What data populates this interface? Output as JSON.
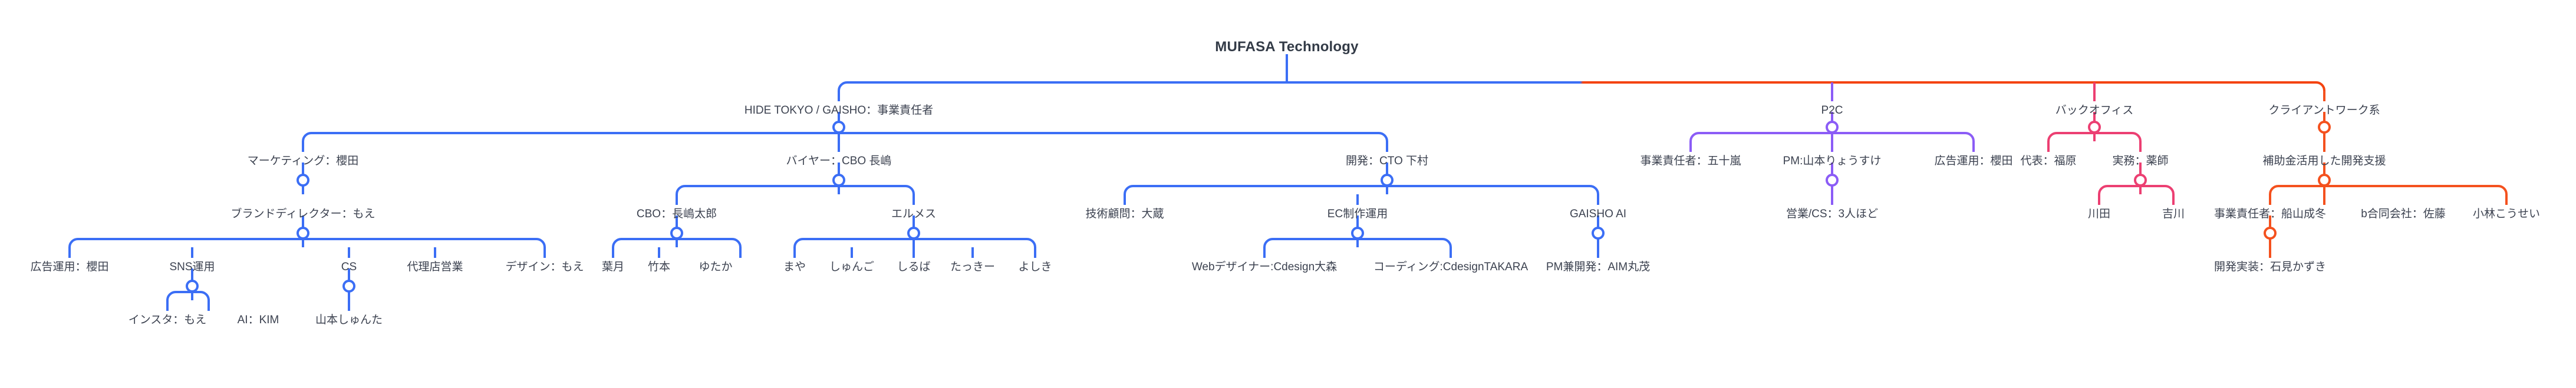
{
  "page": {
    "title": "MUFASA Technology",
    "background_color": "#ffffff",
    "text_color": "#3c4250"
  },
  "branch_colors": {
    "hide_tokyo_blue": "#3b6ef5",
    "p2c_purple": "#8b5cf6",
    "backoffice_pink": "#ec3f72",
    "clientwork_orange": "#f4511e",
    "root_left": "#3b6ef5",
    "root_right": "#f4430f"
  },
  "nodes": {
    "root": {
      "label": "MUFASA Technology"
    },
    "hide_tokyo": {
      "label": "HIDE TOKYO / GAISHO：事業責任者"
    },
    "p2c": {
      "label": "P2C"
    },
    "backoffice": {
      "label": "バックオフィス"
    },
    "clientwork": {
      "label": "クライアントワーク系"
    },
    "marketing": {
      "label": "マーケティング：櫻田"
    },
    "buyer": {
      "label": "バイヤー：CBO 長嶋"
    },
    "dev": {
      "label": "開発：CTO 下村"
    },
    "p2c_lead": {
      "label": "事業責任者：五十嵐"
    },
    "p2c_pm": {
      "label": "PM:山本りょうすけ"
    },
    "p2c_ads": {
      "label": "広告運用：櫻田"
    },
    "p2c_sales": {
      "label": "営業/CS：3人ほど"
    },
    "bo_rep": {
      "label": "代表：福原"
    },
    "bo_ops": {
      "label": "実務：薬師"
    },
    "bo_kawada": {
      "label": "川田"
    },
    "bo_yoshikawa": {
      "label": "吉川"
    },
    "cw_support": {
      "label": "補助金活用した開発支援"
    },
    "cw_lead": {
      "label": "事業責任者：船山成冬"
    },
    "cw_bgodo": {
      "label": "b合同会社：佐藤"
    },
    "cw_kobayashi": {
      "label": "小林こうせい"
    },
    "cw_impl": {
      "label": "開発実装：石見かずき"
    },
    "brand_director": {
      "label": "ブランドディレクター：もえ"
    },
    "ads_sakurada": {
      "label": "広告運用：櫻田"
    },
    "sns": {
      "label": "SNS運用"
    },
    "cs": {
      "label": "CS"
    },
    "agency_sales": {
      "label": "代理店営業"
    },
    "design_moe": {
      "label": "デザイン：もえ"
    },
    "insta_moe": {
      "label": "インスタ：もえ"
    },
    "ai_kim": {
      "label": "AI：KIM"
    },
    "yamamoto_shunta": {
      "label": "山本しゅんた"
    },
    "cbo_nagashima": {
      "label": "CBO：長嶋太郎"
    },
    "hermes": {
      "label": "エルメス"
    },
    "hazuki": {
      "label": "葉月"
    },
    "takemoto": {
      "label": "竹本"
    },
    "yutaka": {
      "label": "ゆたか"
    },
    "maya": {
      "label": "まや"
    },
    "shungo": {
      "label": "しゅんご"
    },
    "shiruba": {
      "label": "しるば"
    },
    "takkii": {
      "label": "たっきー"
    },
    "yoshiki": {
      "label": "よしき"
    },
    "tech_advisor": {
      "label": "技術顧問：大蔵"
    },
    "ec_production": {
      "label": "EC制作運用"
    },
    "gaisho_ai": {
      "label": "GAISHO AI"
    },
    "web_designer": {
      "label": "Webデザイナー:Cdesign大森"
    },
    "coding": {
      "label": "コーディング:CdesignTAKARA"
    },
    "pm_dev": {
      "label": "PM兼開発：AIM丸茂"
    }
  },
  "chart_data": {
    "type": "tree",
    "title": "MUFASA Technology",
    "orientation": "top-down",
    "levels": 6,
    "tree": {
      "label": "MUFASA Technology",
      "children": [
        {
          "label": "HIDE TOKYO / GAISHO：事業責任者",
          "color": "#3b6ef5",
          "children": [
            {
              "label": "マーケティング：櫻田",
              "children": [
                {
                  "label": "ブランドディレクター：もえ",
                  "children": [
                    {
                      "label": "広告運用：櫻田"
                    },
                    {
                      "label": "SNS運用",
                      "children": [
                        {
                          "label": "インスタ：もえ"
                        },
                        {
                          "label": "AI：KIM"
                        }
                      ]
                    },
                    {
                      "label": "CS",
                      "children": [
                        {
                          "label": "山本しゅんた"
                        }
                      ]
                    },
                    {
                      "label": "代理店営業"
                    },
                    {
                      "label": "デザイン：もえ"
                    }
                  ]
                }
              ]
            },
            {
              "label": "バイヤー：CBO 長嶋",
              "children": [
                {
                  "label": "CBO：長嶋太郎",
                  "children": [
                    {
                      "label": "葉月"
                    },
                    {
                      "label": "竹本"
                    },
                    {
                      "label": "ゆたか"
                    }
                  ]
                },
                {
                  "label": "エルメス",
                  "children": [
                    {
                      "label": "まや"
                    },
                    {
                      "label": "しゅんご"
                    },
                    {
                      "label": "しるば"
                    },
                    {
                      "label": "たっきー"
                    },
                    {
                      "label": "よしき"
                    }
                  ]
                }
              ]
            },
            {
              "label": "開発：CTO 下村",
              "children": [
                {
                  "label": "技術顧問：大蔵"
                },
                {
                  "label": "EC制作運用",
                  "children": [
                    {
                      "label": "Webデザイナー:Cdesign大森"
                    },
                    {
                      "label": "コーディング:CdesignTAKARA"
                    },
                    {
                      "label": "PM兼開発：AIM丸茂"
                    }
                  ]
                },
                {
                  "label": "GAISHO AI",
                  "children": [
                    {
                      "label": "PM兼開発：AIM丸茂"
                    }
                  ]
                }
              ]
            }
          ]
        },
        {
          "label": "P2C",
          "color": "#8b5cf6",
          "children": [
            {
              "label": "事業責任者：五十嵐"
            },
            {
              "label": "PM:山本りょうすけ",
              "children": [
                {
                  "label": "営業/CS：3人ほど"
                }
              ]
            },
            {
              "label": "広告運用：櫻田"
            }
          ]
        },
        {
          "label": "バックオフィス",
          "color": "#ec3f72",
          "children": [
            {
              "label": "代表：福原"
            },
            {
              "label": "実務：薬師",
              "children": [
                {
                  "label": "川田"
                },
                {
                  "label": "吉川"
                }
              ]
            }
          ]
        },
        {
          "label": "クライアントワーク系",
          "color": "#f4511e",
          "children": [
            {
              "label": "補助金活用した開発支援",
              "children": [
                {
                  "label": "事業責任者：船山成冬",
                  "children": [
                    {
                      "label": "開発実装：石見かずき"
                    }
                  ]
                },
                {
                  "label": "b合同会社：佐藤"
                },
                {
                  "label": "小林こうせい"
                }
              ]
            }
          ]
        }
      ]
    }
  }
}
